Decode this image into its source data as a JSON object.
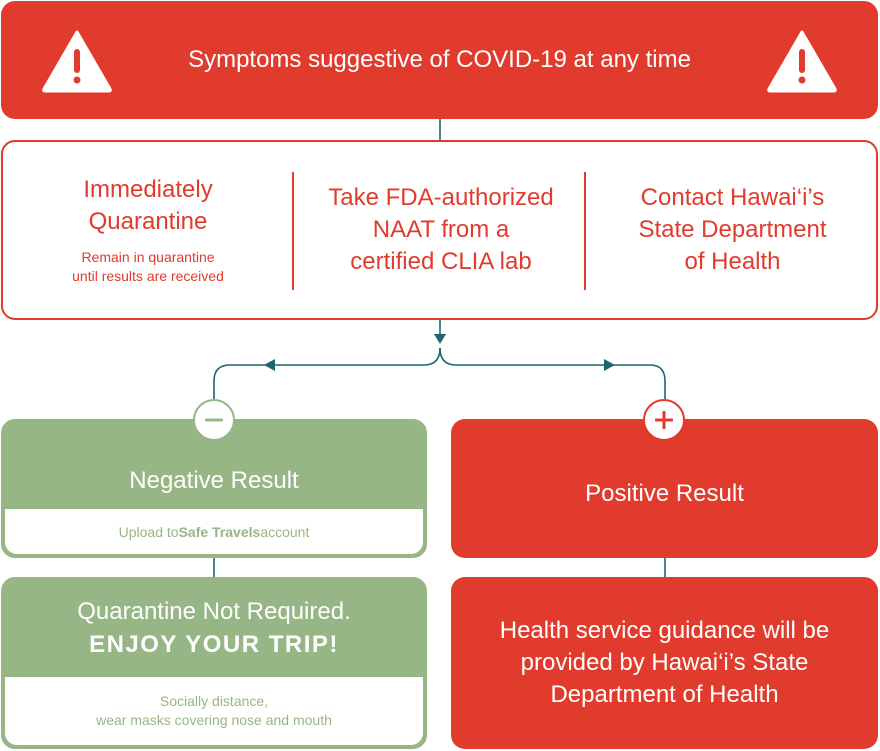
{
  "header": {
    "title": "Symptoms suggestive of COVID-19 at any time",
    "icon": "warning-triangle-icon",
    "color": "#e13b2d"
  },
  "steps": [
    {
      "title_line1": "Immediately",
      "title_line2": "Quarantine",
      "note_line1": "Remain in quarantine",
      "note_line2": "until results are received"
    },
    {
      "title_line1": "Take FDA-authorized",
      "title_line2": "NAAT from a",
      "title_line3": "certified CLIA lab"
    },
    {
      "title_line1": "Contact Hawai‘i’s",
      "title_line2": "State Department",
      "title_line3": "of Health"
    }
  ],
  "negative": {
    "title": "Negative Result",
    "note_prefix": "Upload to ",
    "note_bold": "Safe Travels",
    "note_suffix": " account",
    "color": "#97b685",
    "icon": "minus-icon"
  },
  "positive": {
    "title": "Positive Result",
    "color": "#e13b2d",
    "icon": "plus-icon"
  },
  "no_quarantine": {
    "line1": "Quarantine Not Required.",
    "line2": "ENJOY YOUR TRIP!",
    "note_line1": "Socially distance,",
    "note_line2": "wear masks covering nose and mouth"
  },
  "guidance": {
    "text": "Health service guidance will be provided by Hawai‘i’s State Department of Health"
  },
  "connector_color": "#1d6670"
}
